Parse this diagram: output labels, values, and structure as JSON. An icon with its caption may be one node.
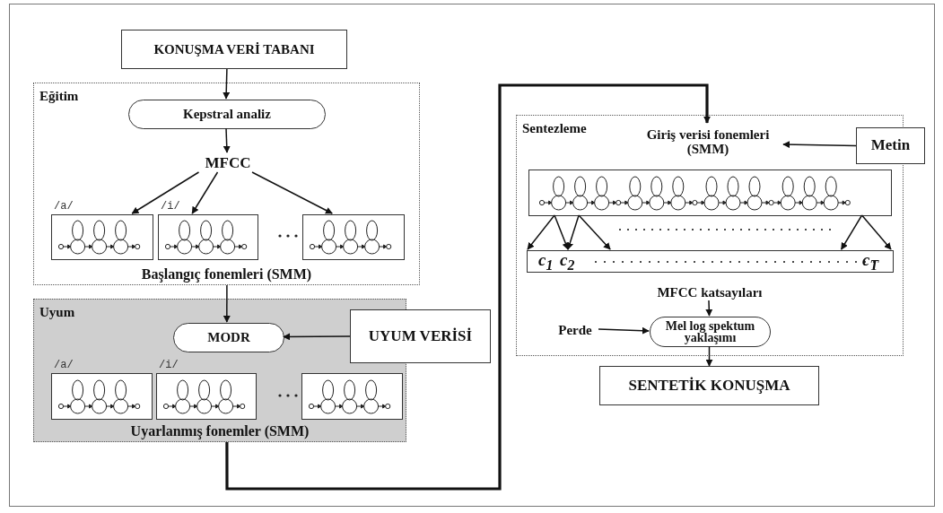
{
  "diagram": {
    "nodes": [
      {
        "text": [
          "KONUŞMA VERİ TABANI"
        ]
      },
      {
        "text": [
          "Eğitim",
          "Başlangıç fonemleri (SMM)"
        ]
      },
      {
        "text": [
          "Kepstral analiz"
        ],
        "in": 1
      },
      {
        "text": [
          "MFCC"
        ],
        "in": 1
      },
      {
        "text": [],
        "shape": "box",
        "in": 1,
        "beside": [
          "/a/"
        ]
      },
      {
        "text": [],
        "shape": "box",
        "in": 1,
        "beside": [
          "/i/"
        ]
      },
      {
        "text": [],
        "shape": "box",
        "in": 1
      },
      {
        "text": [
          "Uyum",
          "Uyarlanmış fonemler (SMM)"
        ]
      },
      {
        "text": [
          "MODR"
        ],
        "in": 7
      },
      {
        "text": [
          "UYUM VERİSİ"
        ]
      },
      {
        "text": [],
        "shape": "box",
        "in": 7,
        "beside": [
          "/a/"
        ]
      },
      {
        "text": [],
        "shape": "box",
        "in": 7,
        "beside": [
          "/i/"
        ]
      },
      {
        "text": [],
        "shape": "box",
        "in": 7
      },
      {
        "text": [
          "Sentezleme"
        ]
      },
      {
        "text": [
          "Giriş verisi fonemleri (SMM)"
        ],
        "in": 13
      },
      {
        "text": [
          "Metin"
        ]
      },
      {
        "text": [],
        "shape": "box",
        "in": 13
      },
      {
        "text": [
          "c$_{1}$",
          "c$_{2}$",
          "c$_{T}$"
        ],
        "in": 13
      },
      {
        "text": [
          "MFCC katsayıları"
        ],
        "in": 13
      },
      {
        "text": [
          "Mel log spektum yaklaşımı"
        ],
        "in": 13
      },
      {
        "text": [
          "Perde"
        ],
        "in": 13
      },
      {
        "text": [
          "SENTETİK KONUŞMA"
        ]
      }
    ],
    "edges": [
      {
        "from": 0,
        "to": 2,
        "arrow": "to"
      },
      {
        "from": 2,
        "to": 3,
        "arrow": "to"
      },
      {
        "from": 3,
        "to": 4,
        "arrow": "to"
      },
      {
        "from": 3,
        "to": 5,
        "arrow": "to"
      },
      {
        "from": 3,
        "to": 6,
        "arrow": "to"
      },
      {
        "from": 1,
        "to": 8,
        "arrow": "to"
      },
      {
        "from": 9,
        "to": 8,
        "arrow": "to"
      },
      {
        "from": 7,
        "to": 14,
        "arrow": "to",
        "style": "thick"
      },
      {
        "from": 15,
        "to": 14,
        "arrow": "to"
      },
      {
        "from": 16,
        "to": 17,
        "arrow": "to"
      },
      {
        "from": 16,
        "to": 17,
        "arrow": "to"
      },
      {
        "from": 16,
        "to": 17,
        "arrow": "to"
      },
      {
        "from": 16,
        "to": 17,
        "arrow": "to"
      },
      {
        "from": 16,
        "to": 17,
        "arrow": "to"
      },
      {
        "from": 16,
        "to": 17,
        "arrow": "to"
      },
      {
        "from": 18,
        "to": 19,
        "arrow": "to"
      },
      {
        "from": 20,
        "to": 19,
        "arrow": "to"
      },
      {
        "from": 19,
        "to": 21,
        "arrow": "to"
      }
    ]
  }
}
